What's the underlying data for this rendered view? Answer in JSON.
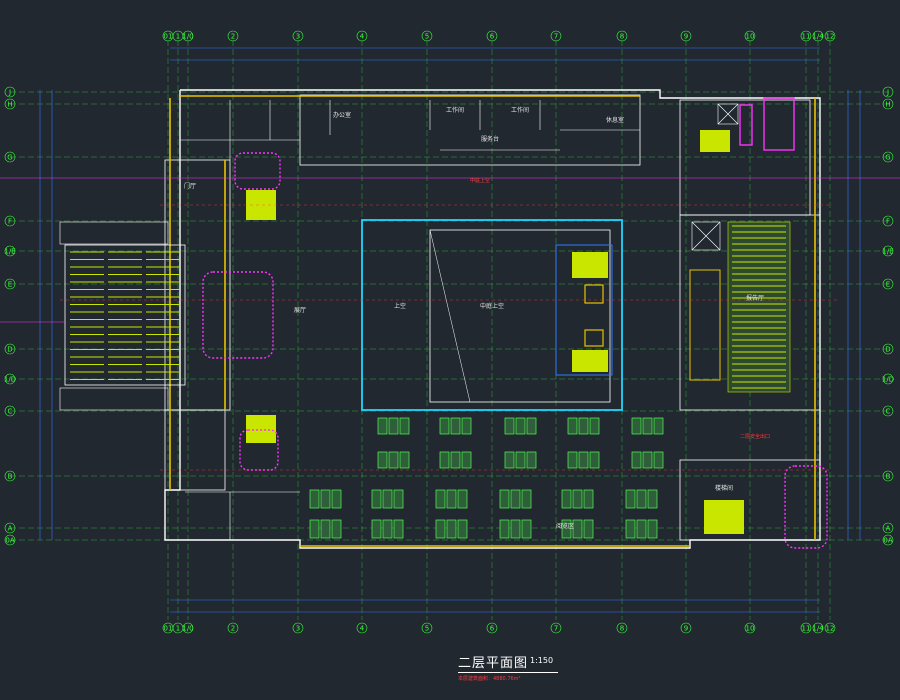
{
  "drawing": {
    "title": "二层平面图",
    "scale": "1:150",
    "note": "本层建筑面积：4880.76m²",
    "colors": {
      "background": "#212830",
      "axis": "#3cff3c",
      "wall": "#ffffff",
      "structure": "#e8c200",
      "seating": "#c8e600",
      "highlight": "#ff32ff",
      "dimension": "#2f7bff",
      "cyan": "#1fd6ff",
      "red": "#ff3b3b"
    }
  },
  "axes": {
    "columns": [
      "01",
      "1",
      "1/0",
      "2",
      "3",
      "4",
      "5",
      "6",
      "7",
      "8",
      "9",
      "10",
      "11",
      "1/4",
      "12"
    ],
    "rows": [
      "J",
      "H",
      "G",
      "F",
      "1/E",
      "E",
      "D",
      "1/D",
      "C",
      "B",
      "A",
      "0A"
    ]
  },
  "rooms": [
    {
      "name": "服务台",
      "key": "service"
    },
    {
      "name": "工作间",
      "key": "work1"
    },
    {
      "name": "工作间",
      "key": "work2"
    },
    {
      "name": "办公室",
      "key": "office"
    },
    {
      "name": "休息室",
      "key": "rest"
    },
    {
      "name": "中庭上空",
      "key": "atrium"
    },
    {
      "name": "上空",
      "key": "void"
    },
    {
      "name": "展厅",
      "key": "hall"
    },
    {
      "name": "阅览区",
      "key": "reading"
    },
    {
      "name": "报告厅",
      "key": "auditorium"
    },
    {
      "name": "门厅",
      "key": "lobby"
    },
    {
      "name": "楼梯间",
      "key": "stair"
    }
  ],
  "annotations": {
    "red1": "中庭上空",
    "red2": "二层安全出口"
  }
}
